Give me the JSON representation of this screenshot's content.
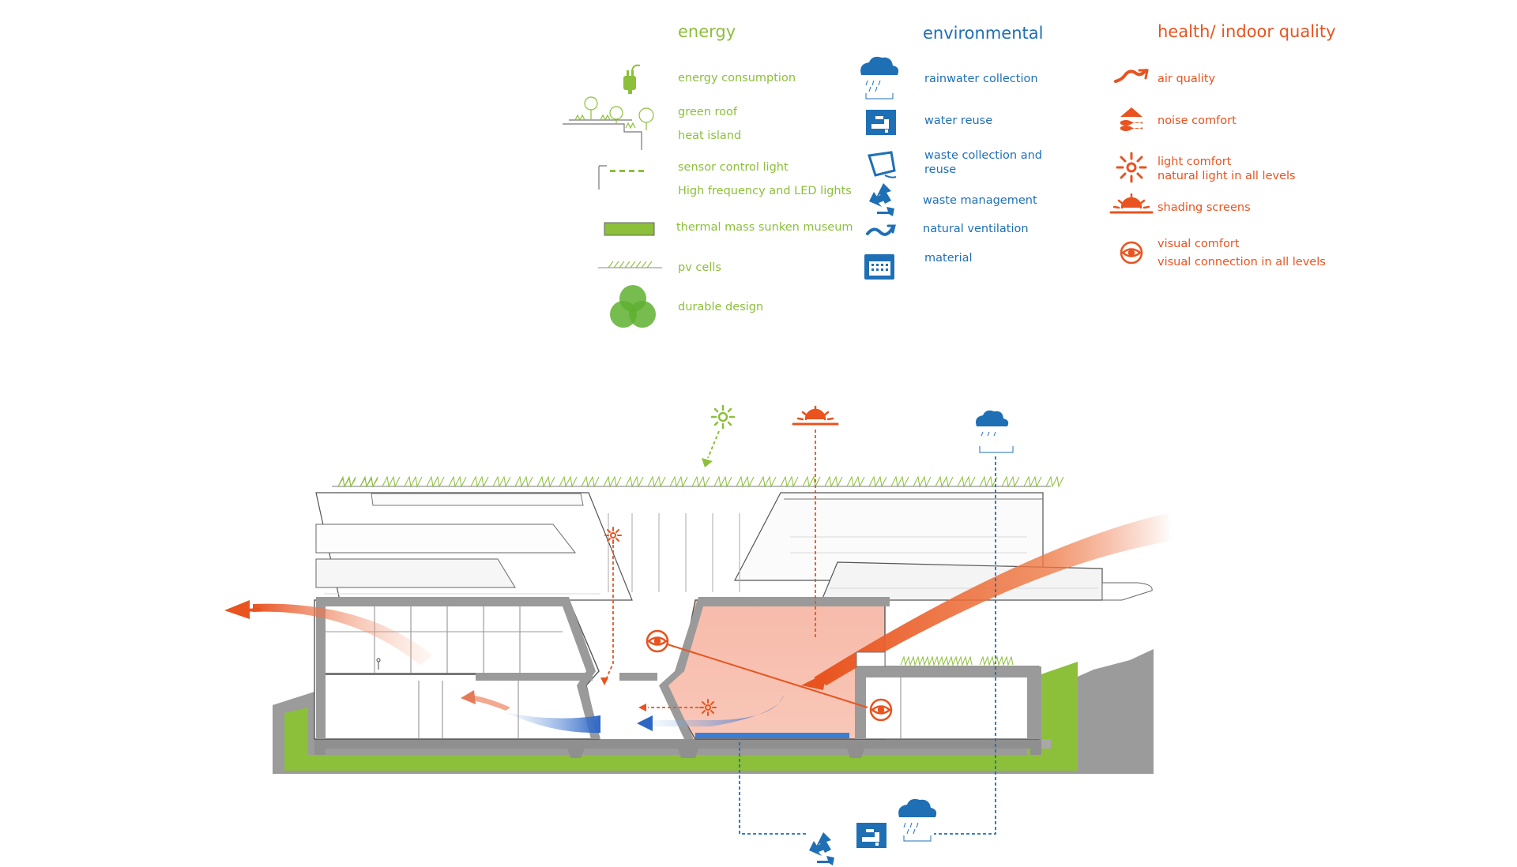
{
  "legend": {
    "energy": {
      "title": "energy",
      "color": "#8cbf3a",
      "items": [
        {
          "label": "energy consumption",
          "icon": "plug-icon"
        },
        {
          "label": "green roof",
          "icon": "green-roof-icon"
        },
        {
          "label": "heat island",
          "icon": "green-roof-icon"
        },
        {
          "label": "sensor control light",
          "icon": "sensor-light-icon"
        },
        {
          "label": "High frequency and LED lights",
          "icon": "sensor-light-icon"
        },
        {
          "label": "thermal mass sunken museum",
          "icon": "thermal-mass-icon"
        },
        {
          "label": "pv cells",
          "icon": "pv-cells-icon"
        },
        {
          "label": "durable design",
          "icon": "durable-design-icon"
        }
      ]
    },
    "environmental": {
      "title": "environmental",
      "color": "#1f6fb5",
      "items": [
        {
          "label": "rainwater collection",
          "icon": "rain-cloud-icon"
        },
        {
          "label": "water reuse",
          "icon": "faucet-icon"
        },
        {
          "label": "waste collection and",
          "label2": "reuse",
          "icon": "waste-bin-icon"
        },
        {
          "label": "waste management",
          "icon": "recycle-icon"
        },
        {
          "label": "natural ventilation",
          "icon": "ventilation-icon"
        },
        {
          "label": "material",
          "icon": "material-icon"
        }
      ]
    },
    "health": {
      "title": "health/ indoor quality",
      "color": "#e8531f",
      "items": [
        {
          "label": "air quality",
          "icon": "air-quality-icon"
        },
        {
          "label": "noise comfort",
          "icon": "noise-icon"
        },
        {
          "label": "light comfort",
          "label2": "natural light in all levels",
          "icon": "sun-icon"
        },
        {
          "label": "shading screens",
          "icon": "shading-screen-icon"
        },
        {
          "label": "visual comfort",
          "label2": "visual connection in all levels",
          "icon": "eye-icon"
        }
      ]
    }
  },
  "colors": {
    "green": "#8cbf3a",
    "blue": "#1f6fb5",
    "orange": "#e8531f",
    "grey": "#9a9a9a",
    "light_red": "#f6b3a0"
  }
}
